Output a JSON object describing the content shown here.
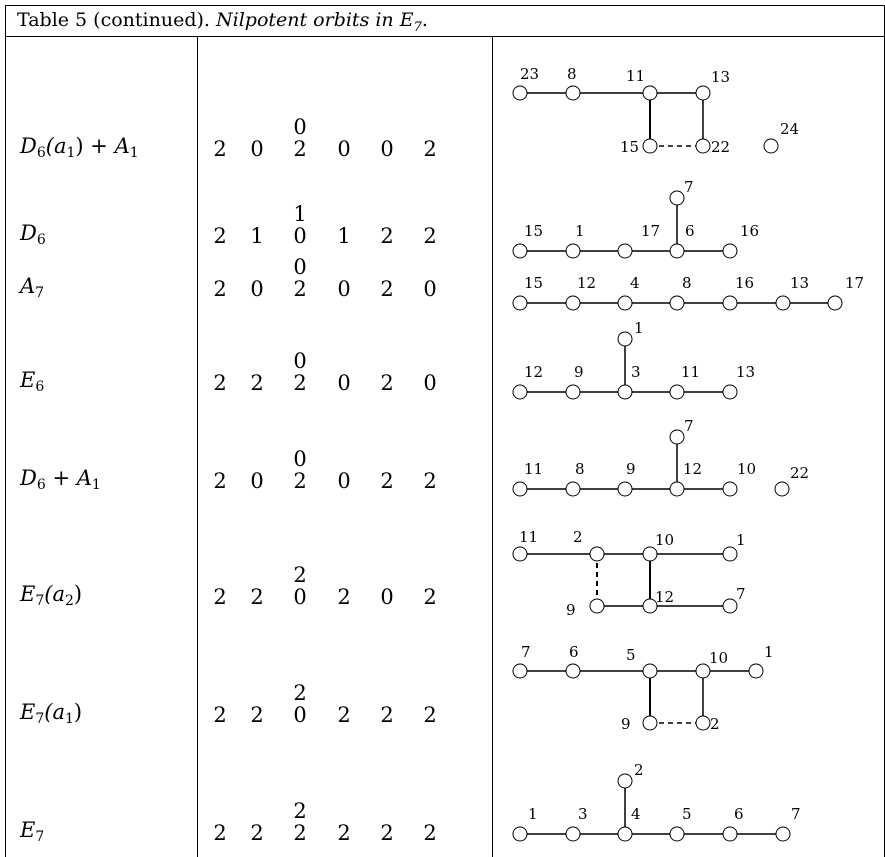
{
  "caption": {
    "prefix": "Table 5 (continued).",
    "title_italic": "Nilpotent orbits in E",
    "title_sub": "7",
    "title_end": "."
  },
  "rows": [
    {
      "label": {
        "base": "D",
        "sub": "6",
        "tail": "(a",
        "tail_sub": "1",
        "close": ")",
        "plus": " + ",
        "base2": "A",
        "sub2": "1"
      },
      "top": "0",
      "weights": [
        "2",
        "0",
        "2",
        "0",
        "0",
        "2"
      ]
    },
    {
      "label": {
        "base": "D",
        "sub": "6"
      },
      "top": "1",
      "weights": [
        "2",
        "1",
        "0",
        "1",
        "2",
        "2"
      ]
    },
    {
      "label": {
        "base": "A",
        "sub": "7"
      },
      "top": "0",
      "weights": [
        "2",
        "0",
        "2",
        "0",
        "2",
        "0"
      ]
    },
    {
      "label": {
        "base": "E",
        "sub": "6"
      },
      "top": "0",
      "weights": [
        "2",
        "2",
        "2",
        "0",
        "2",
        "0"
      ]
    },
    {
      "label": {
        "base": "D",
        "sub": "6",
        "plus": " + ",
        "base2": "A",
        "sub2": "1"
      },
      "top": "0",
      "weights": [
        "2",
        "0",
        "2",
        "0",
        "2",
        "2"
      ]
    },
    {
      "label": {
        "base": "E",
        "sub": "7",
        "tail": "(a",
        "tail_sub": "2",
        "close": ")"
      },
      "top": "2",
      "weights": [
        "2",
        "2",
        "0",
        "2",
        "0",
        "2"
      ]
    },
    {
      "label": {
        "base": "E",
        "sub": "7",
        "tail": "(a",
        "tail_sub": "1",
        "close": ")"
      },
      "top": "2",
      "weights": [
        "2",
        "2",
        "0",
        "2",
        "2",
        "2"
      ]
    },
    {
      "label": {
        "base": "E",
        "sub": "7"
      },
      "top": "2",
      "weights": [
        "2",
        "2",
        "2",
        "2",
        "2",
        "2"
      ]
    }
  ],
  "diagrams": [
    {
      "labels": [
        "23",
        "8",
        "11",
        "13",
        "15",
        "22",
        "24"
      ]
    },
    {
      "labels": [
        "7",
        "15",
        "1",
        "17",
        "6",
        "16"
      ]
    },
    {
      "labels": [
        "15",
        "12",
        "4",
        "8",
        "16",
        "13",
        "17"
      ]
    },
    {
      "labels": [
        "1",
        "12",
        "9",
        "3",
        "11",
        "13"
      ]
    },
    {
      "labels": [
        "7",
        "11",
        "8",
        "9",
        "12",
        "10",
        "22"
      ]
    },
    {
      "labels": [
        "11",
        "2",
        "10",
        "1",
        "9",
        "12",
        "7"
      ]
    },
    {
      "labels": [
        "7",
        "6",
        "5",
        "10",
        "1",
        "9",
        "2"
      ]
    },
    {
      "labels": [
        "2",
        "1",
        "3",
        "4",
        "5",
        "6",
        "7"
      ]
    }
  ]
}
